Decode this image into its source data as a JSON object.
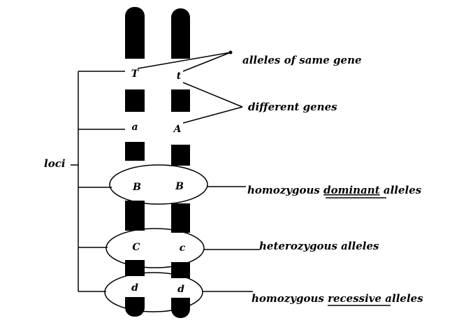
{
  "chromosome_left": {
    "alleles": [
      "T",
      "a",
      "B",
      "C",
      "d"
    ]
  },
  "chromosome_right": {
    "alleles": [
      "t",
      "A",
      "B",
      "c",
      "d"
    ]
  },
  "labels": {
    "same_gene": "alleles of same gene",
    "different_genes": "different genes",
    "loci": "loci",
    "hom_dom_prefix": "homozygous ",
    "hom_dom_word": "dominant",
    "hom_dom_suffix": " alleles",
    "heterozygous": "heterozygous alleles",
    "hom_rec_prefix": "homozygous ",
    "hom_rec_word": "recessive",
    "hom_rec_suffix": " alleles"
  },
  "colors": {
    "chromosome_band": "#000000",
    "background": "#ffffff"
  }
}
